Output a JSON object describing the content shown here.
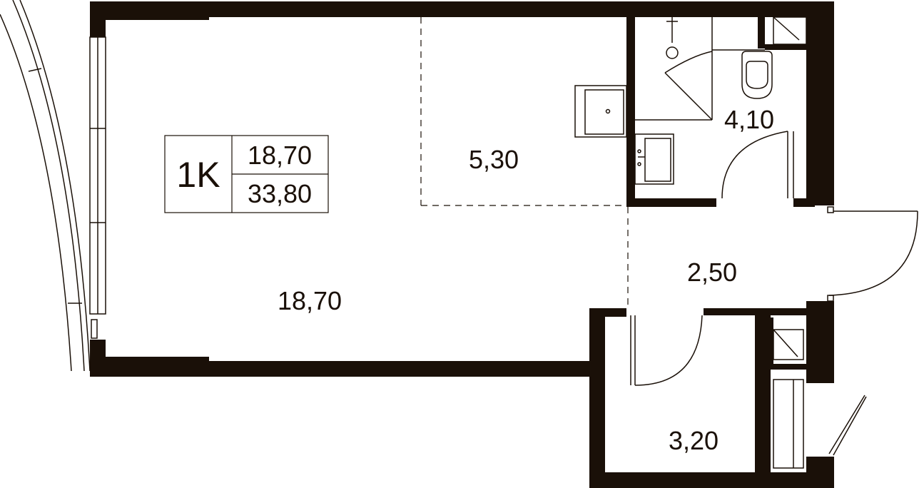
{
  "colors": {
    "wall": "#1a1008",
    "line": "#1a1008",
    "background": "#ffffff"
  },
  "legend": {
    "type_label": "1K",
    "living_area": "18,70",
    "total_area": "33,80"
  },
  "rooms": {
    "living_room": "18,70",
    "kitchen_zone": "5,30",
    "bathroom": "4,10",
    "hallway": "2,50",
    "storage": "3,20"
  }
}
